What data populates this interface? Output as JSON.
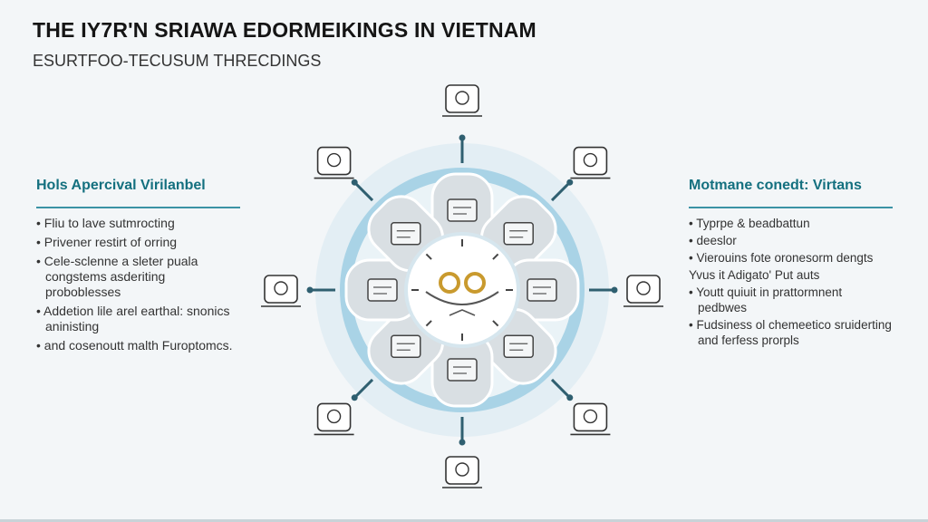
{
  "header": {
    "title": "THE IY7R'N SRIAWA EDORMEIKINGS IN VIETNAM",
    "subtitle": "ESURTFOO-TECUSUM THRECDINGS"
  },
  "left_panel": {
    "heading": "Hols Apercival Virilanbel",
    "items": [
      {
        "text": "Fliu to lave sutmrocting",
        "bullet": true
      },
      {
        "text": "Privener restirt of orring",
        "bullet": true
      },
      {
        "text": "Cele-sclenne a sleter puala congstems asderiting proboblesses",
        "bullet": true
      },
      {
        "text": "Addetion lile arel earthal: snonics aninisting",
        "bullet": true
      },
      {
        "text": "and cosenoutt malth Furoptomcs.",
        "bullet": true
      }
    ]
  },
  "right_panel": {
    "heading": "Motmane conedt: Virtans",
    "items": [
      {
        "text": "Typrpe & beadbattun",
        "bullet": true
      },
      {
        "text": "deeslor",
        "bullet": true
      },
      {
        "text": "Vierouins fote oronesorm dengts",
        "bullet": true
      },
      {
        "text": "Yvus it Adigato' Put auts",
        "bullet": false
      },
      {
        "text": "Youtt quiuit in prattormnent pedbwes",
        "bullet": true
      },
      {
        "text": "Fudsiness ol chemeetico sruiderting and ferfess prorpls",
        "bullet": true
      }
    ]
  },
  "diagram": {
    "accent": "#3a8ea3",
    "ring_color": "#a9d3e6",
    "petal_icons": [
      "chip-icon",
      "screen-icon",
      "document-icon",
      "calendar-icon",
      "folder-icon",
      "wheel-icon",
      "document-icon",
      "gauge-icon"
    ],
    "outer_icons": [
      "gear-cluster-icon",
      "factory-icon",
      "robot-icon",
      "machine-icon",
      "engineer-icon",
      "worker-icon",
      "workers-icon",
      "clipboard-icon"
    ]
  }
}
